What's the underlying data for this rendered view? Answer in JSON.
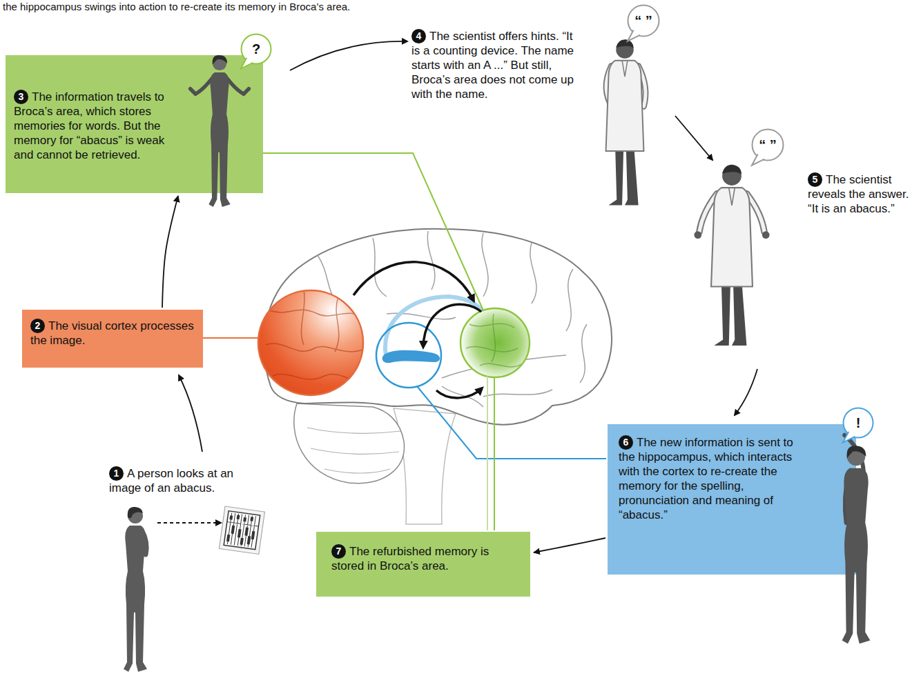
{
  "diagram": {
    "caption": "the hippocampus swings into action to re-create its memory in Broca’s area.",
    "nodes": [
      {
        "text": [
          "2",
          "The visual cortex processes the image."
        ]
      },
      {
        "text": [
          "3",
          "The information travels to Broca’s area, which stores memories for words. But the memory for “abacus” is weak and cannot be retrieved."
        ]
      },
      {
        "text": [
          "?"
        ]
      },
      {
        "text": [
          "“ ”"
        ]
      },
      {
        "text": [
          "“ ”"
        ]
      },
      {
        "text": [
          "6",
          "The new information is sent to the hippocampus, which interacts with the cortex to re-create the memory for the spelling, pronunciation and meaning of “abacus.”"
        ]
      },
      {
        "text": [
          "!"
        ]
      },
      {
        "text": [
          "7",
          "The refurbished memory is stored in Broca’s area."
        ]
      }
    ],
    "edges": [
      {
        "from": 0,
        "to": 1,
        "arrow": "to"
      },
      {
        "from": 5,
        "to": 7,
        "arrow": "to"
      }
    ],
    "labels": [
      "1",
      "A person looks at an image of an abacus.",
      "4",
      "The scientist offers hints. “It is a counting device. The name starts with an A ...” But still, Broca’s area does not come up with the name.",
      "5",
      "The scientist reveals the answer. “It is an abacus.”"
    ]
  }
}
